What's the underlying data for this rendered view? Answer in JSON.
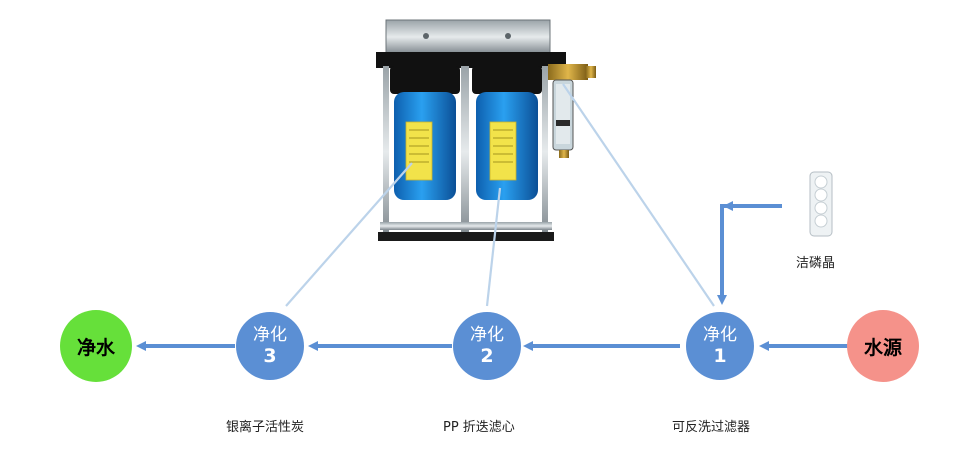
{
  "nodes": {
    "source": {
      "label": "水源",
      "color": "#f5928a"
    },
    "output": {
      "label": "净水",
      "color": "#66e03a"
    },
    "stage1": {
      "title": "净化",
      "number": "1"
    },
    "stage2": {
      "title": "净化",
      "number": "2"
    },
    "stage3": {
      "title": "净化",
      "number": "3"
    }
  },
  "captions": {
    "stage1": "可反洗过滤器",
    "stage2": "PP 折迭滤心",
    "stage3": "银离子活性炭",
    "additive": "洁磷晶"
  },
  "colors": {
    "arrow": "#5b8fd4",
    "stage": "#5b8fd4",
    "connector": "#bcd3ea",
    "housing": "#1d86d6"
  }
}
